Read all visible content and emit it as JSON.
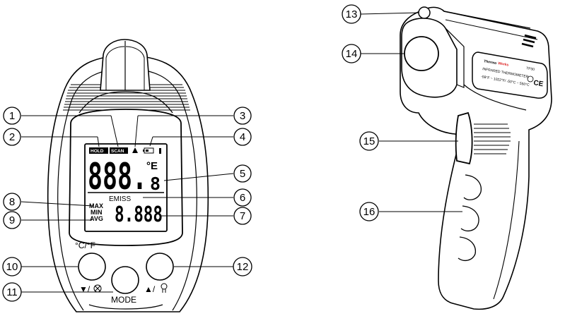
{
  "display": {
    "hold": "HOLD",
    "scan": "SCAN",
    "main_digits": "888.",
    "unit": "°E",
    "emissivity_digit": "8",
    "emiss": "EMISS",
    "max": "MAX",
    "min": "MIN",
    "avg": "AVG",
    "secondary_digits": "8.888"
  },
  "buttons": {
    "unit_toggle": "°C/°F",
    "down_backlight": "▼/",
    "mode": "MODE",
    "up_laser": "▲/"
  },
  "side_label": {
    "brand_a": "Thermo",
    "brand_b": "Works",
    "model": "TP30",
    "line1": "INFRARED THERMOMETER",
    "line2": "-58°F ~ 1022°F/ -50°C ~ 550°C",
    "ce": "CE"
  },
  "callouts": [
    "1",
    "2",
    "3",
    "4",
    "5",
    "6",
    "7",
    "8",
    "9",
    "10",
    "11",
    "12",
    "13",
    "14",
    "15",
    "16"
  ]
}
